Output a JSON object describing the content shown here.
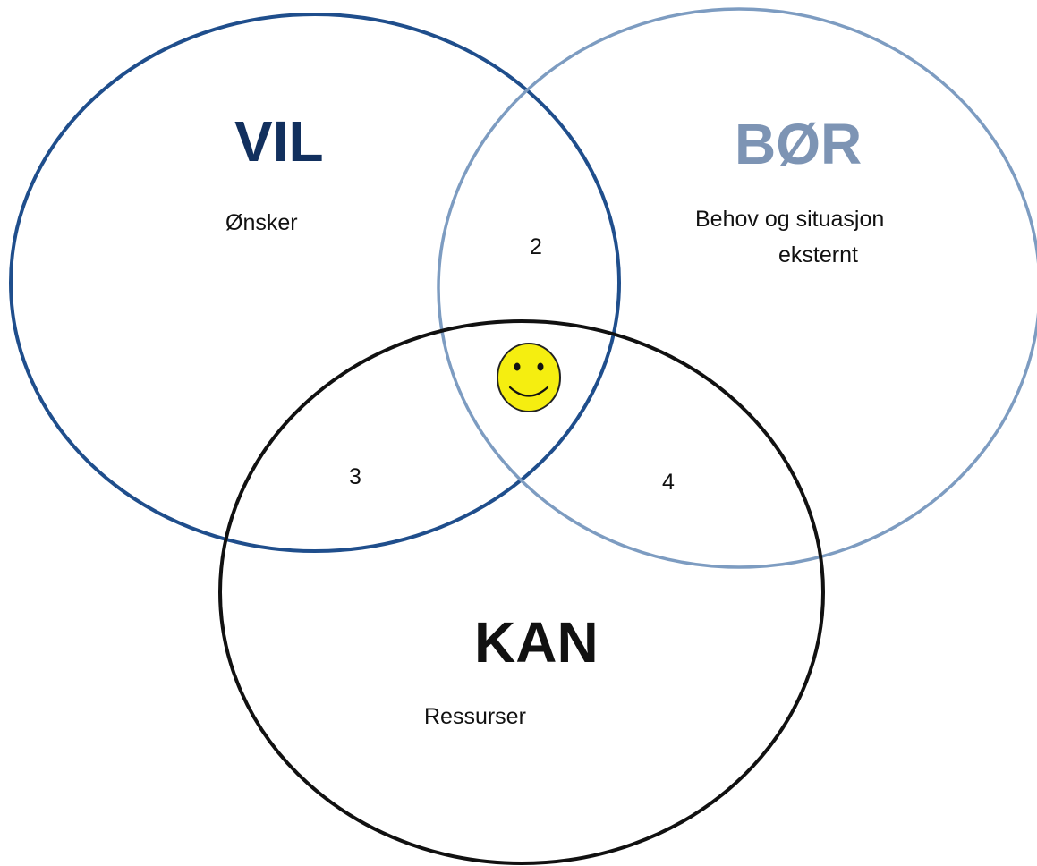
{
  "sets": {
    "vil": {
      "title": "VIL",
      "label": "Ønsker",
      "color": "#1f4e8c",
      "title_color": "#12305e"
    },
    "bor": {
      "title": "BØR",
      "label_line1": "Behov og situasjon",
      "label_line2": "eksternt",
      "color": "#7d9cc1",
      "title_color": "#7d94b4"
    },
    "kan": {
      "title": "KAN",
      "label": "Ressurser",
      "color": "#111111",
      "title_color": "#111111"
    }
  },
  "intersections": {
    "vil_bor": "2",
    "vil_kan": "3",
    "bor_kan": "4"
  },
  "center": {
    "icon": "smiley-face-icon",
    "fill_color": "#f5ee10"
  }
}
